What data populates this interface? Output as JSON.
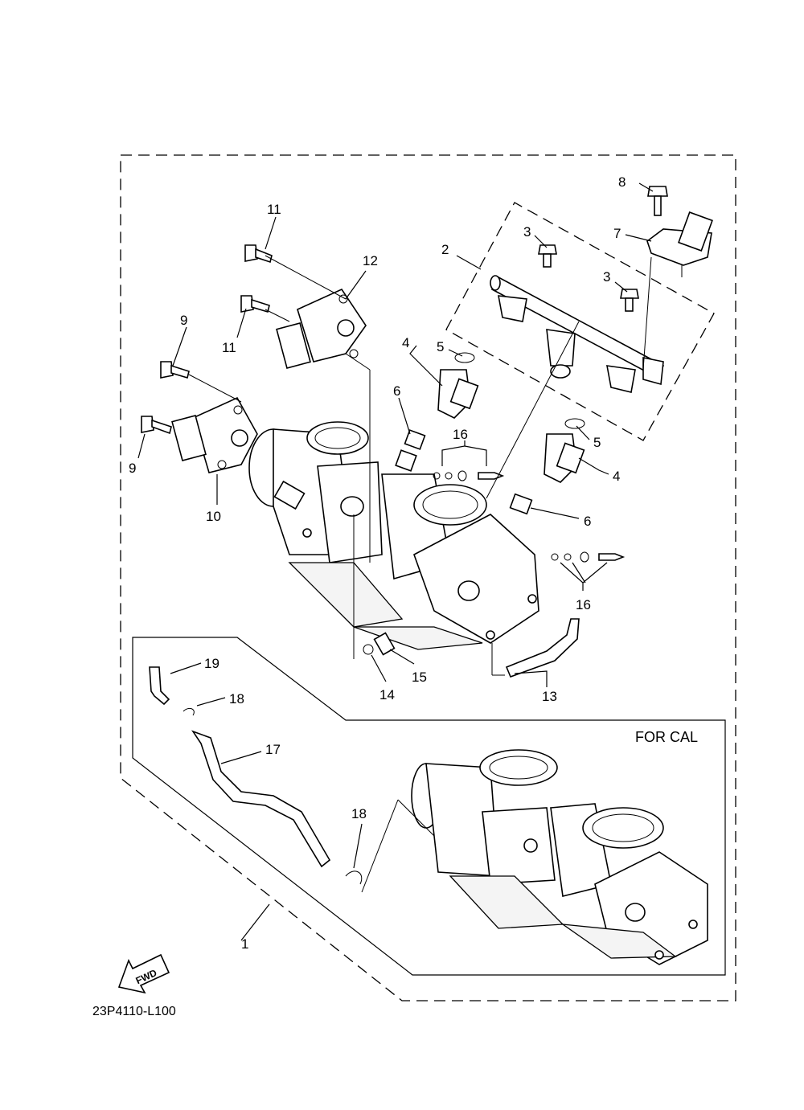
{
  "callouts": {
    "c1": "1",
    "c2": "2",
    "c3a": "3",
    "c3b": "3",
    "c4a": "4",
    "c4b": "4",
    "c5a": "5",
    "c5b": "5",
    "c6a": "6",
    "c6b": "6",
    "c7": "7",
    "c8": "8",
    "c9a": "9",
    "c9b": "9",
    "c10": "10",
    "c11a": "11",
    "c11b": "11",
    "c12": "12",
    "c13": "13",
    "c14": "14",
    "c15": "15",
    "c16a": "16",
    "c16b": "16",
    "c17": "17",
    "c18a": "18",
    "c18b": "18",
    "c19": "19"
  },
  "note_label": "FOR CAL",
  "drawing_code": "23P4110-L100",
  "fwd_label": "FWD"
}
